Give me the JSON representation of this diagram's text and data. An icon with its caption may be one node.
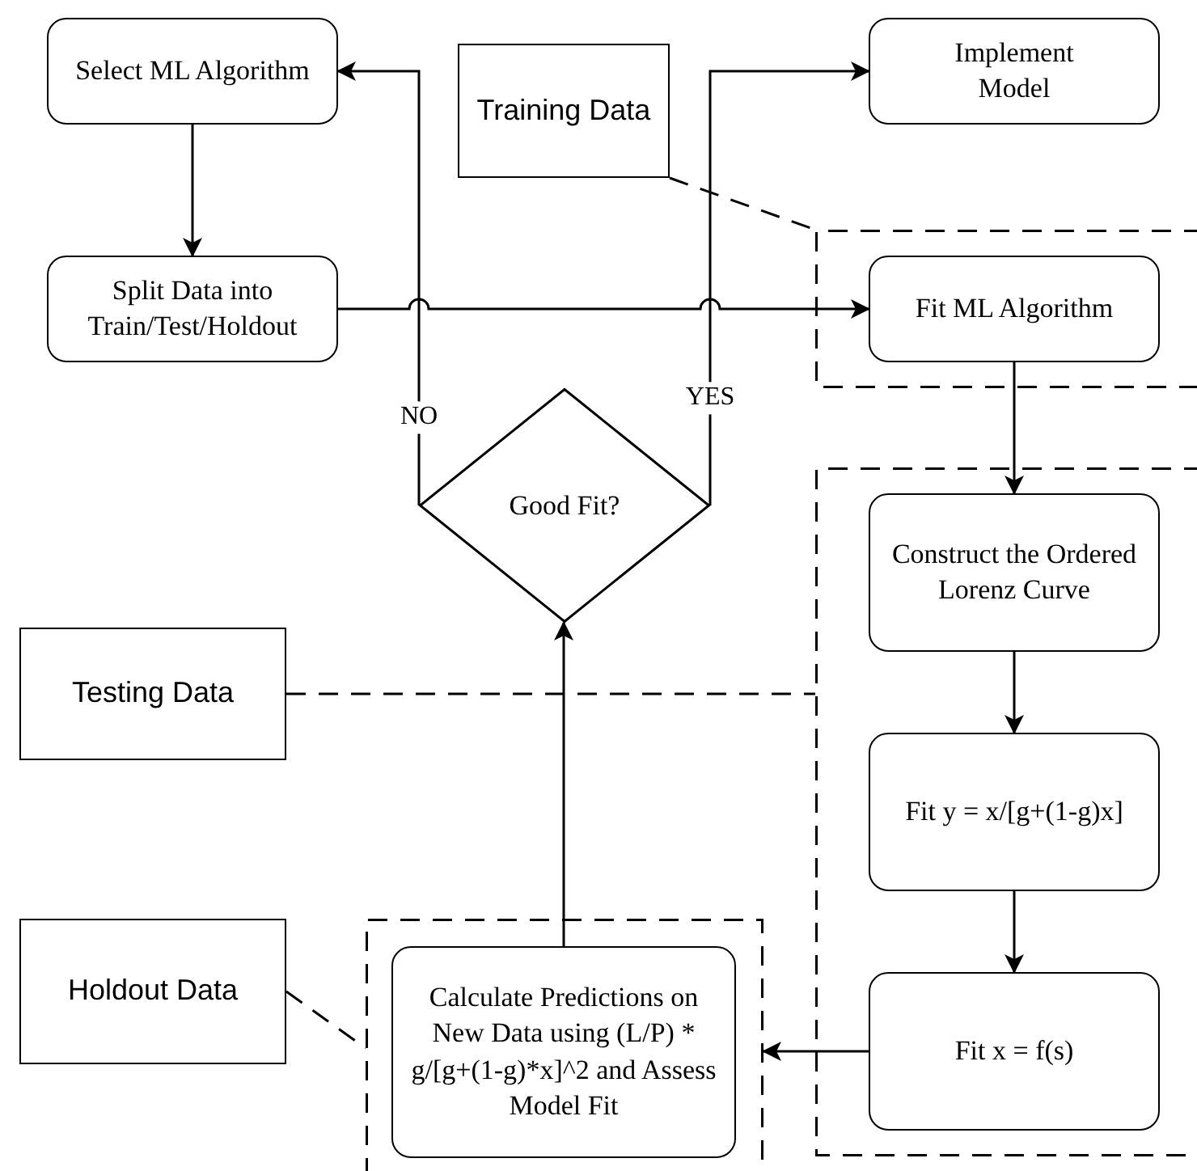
{
  "diagram": {
    "nodes": [
      {
        "text": [
          "Select ML Algorithm"
        ]
      },
      {
        "text": [
          "Training Data"
        ]
      },
      {
        "text": [
          "Implement Model"
        ]
      },
      {
        "text": [
          "Split Data into Train/Test/Holdout"
        ]
      },
      {
        "text": [],
        "shape": "box"
      },
      {
        "text": [
          "Fit ML Algorithm"
        ],
        "in": 4
      },
      {
        "text": [
          "Good Fit?"
        ]
      },
      {
        "text": [
          "Testing Data"
        ]
      },
      {
        "text": [],
        "shape": "box"
      },
      {
        "text": [
          "Construct the Ordered Lorenz Curve"
        ],
        "in": 8
      },
      {
        "text": [
          "Fit y = x/[g+(1-g)x]"
        ],
        "in": 8
      },
      {
        "text": [
          "Holdout Data"
        ]
      },
      {
        "text": [],
        "shape": "box"
      },
      {
        "text": [
          "Fit x = f(s)"
        ],
        "in": 8
      },
      {
        "text": [
          "Calculate Predictions on New Data using (L/P) * g/[g+(1-g)*x]^2 and Assess Model Fit"
        ],
        "in": 12
      }
    ],
    "edges": [
      {
        "from": 0,
        "to": 3,
        "arrow": "to"
      },
      {
        "from": 3,
        "to": 5,
        "arrow": "to"
      },
      {
        "from": 6,
        "to": 0,
        "arrow": "to",
        "label": "NO"
      },
      {
        "from": 6,
        "to": 2,
        "arrow": "to",
        "label": "YES"
      },
      {
        "from": 5,
        "to": 9,
        "arrow": "to"
      },
      {
        "from": 9,
        "to": 10,
        "arrow": "to"
      },
      {
        "from": 10,
        "to": 13,
        "arrow": "to"
      },
      {
        "from": 13,
        "to": 12,
        "arrow": "to"
      },
      {
        "from": 14,
        "to": 6,
        "arrow": "to"
      },
      {
        "from": 1,
        "to": 4,
        "arrow": "none",
        "style": "dashed"
      },
      {
        "from": 7,
        "to": 8,
        "arrow": "none",
        "style": "dashed"
      },
      {
        "from": 11,
        "to": 12,
        "arrow": "none",
        "style": "dashed"
      }
    ]
  }
}
